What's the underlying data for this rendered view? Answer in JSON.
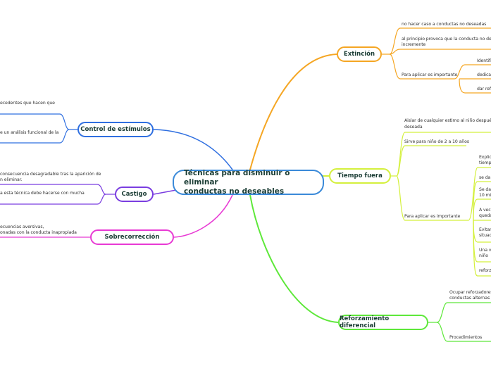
{
  "root": {
    "title": "Técnicas para disminuir o eliminar conductas no deseables",
    "line1": "Técnicas para disminuir o eliminar",
    "line2": "conductas no deseables",
    "color": "#3b8ad9"
  },
  "branches": {
    "extincion": {
      "label": "Extinción",
      "color": "#f5a623",
      "items": [
        "no hacer caso a conductas no deseadas",
        "al principio provoca que la conducta no desea",
        "incremente",
        "Para aplicar es importante"
      ],
      "subitems": [
        "Identifi",
        "dedicar",
        "dar refi"
      ]
    },
    "tiempo_fuera": {
      "label": "Tiempo fuera",
      "color": "#d4f03c",
      "items": [
        "Aislar de cualquier estimo al niño después d",
        "deseada",
        "Sirve para niño de 2 a 10 años",
        "Para aplicar es importante"
      ],
      "subitems": [
        "Explic",
        "tiemp",
        "se da",
        "Se dal",
        "10 mi",
        "A vec",
        "queda",
        "Evitar",
        "situac",
        "Una v",
        "niño",
        "reforz"
      ]
    },
    "reforzamiento": {
      "label": "Reforzamiento diferencial",
      "color": "#5ee83a",
      "items": [
        "Ocupar reforzadores",
        "conductas alternas p",
        "Procedimientos"
      ]
    },
    "control": {
      "label": "Control de estímulos",
      "color": "#2f6fe0",
      "items": [
        "ecedentes que hacen que",
        "e un análisis funcional de la"
      ]
    },
    "castigo": {
      "label": "Castigo",
      "color": "#7a3de0",
      "items": [
        "consecuencia desagradable tras la aparición de",
        "n eliminar.",
        "a esta técnica debe hacerse con mucha"
      ]
    },
    "sobrecorreccion": {
      "label": "Sobrecorrección",
      "color": "#e83ad4",
      "items": [
        "ecuencias aversivas,",
        "onadas con la conducta inapropiada"
      ]
    }
  }
}
